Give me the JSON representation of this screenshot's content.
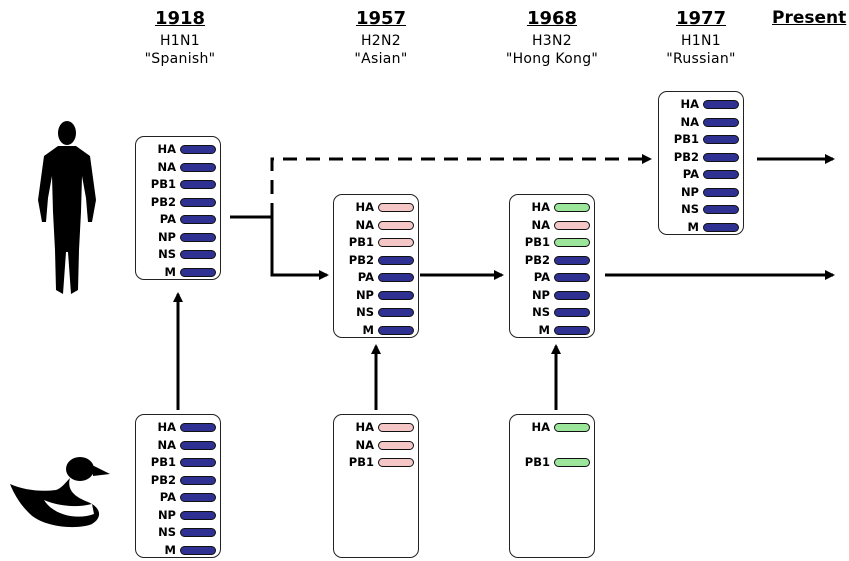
{
  "headers": [
    {
      "year": "1918",
      "subtype": "H1N1",
      "name": "\"Spanish\""
    },
    {
      "year": "1957",
      "subtype": "H2N2",
      "name": "\"Asian\""
    },
    {
      "year": "1968",
      "subtype": "H3N2",
      "name": "\"Hong Kong\""
    },
    {
      "year": "1977",
      "subtype": "H1N1",
      "name": "\"Russian\""
    }
  ],
  "present_label": "Present",
  "colors": {
    "human": "#2e3192",
    "asian": "#f5c6c6",
    "hongkong": "#9be69b"
  },
  "boxes": [
    {
      "id": "human-1918",
      "segments": [
        [
          "HA",
          "human"
        ],
        [
          "NA",
          "human"
        ],
        [
          "PB1",
          "human"
        ],
        [
          "PB2",
          "human"
        ],
        [
          "PA",
          "human"
        ],
        [
          "NP",
          "human"
        ],
        [
          "NS",
          "human"
        ],
        [
          "M",
          "human"
        ]
      ]
    },
    {
      "id": "human-1957",
      "segments": [
        [
          "HA",
          "asian"
        ],
        [
          "NA",
          "asian"
        ],
        [
          "PB1",
          "asian"
        ],
        [
          "PB2",
          "human"
        ],
        [
          "PA",
          "human"
        ],
        [
          "NP",
          "human"
        ],
        [
          "NS",
          "human"
        ],
        [
          "M",
          "human"
        ]
      ]
    },
    {
      "id": "human-1968",
      "segments": [
        [
          "HA",
          "hongkong"
        ],
        [
          "NA",
          "asian"
        ],
        [
          "PB1",
          "hongkong"
        ],
        [
          "PB2",
          "human"
        ],
        [
          "PA",
          "human"
        ],
        [
          "NP",
          "human"
        ],
        [
          "NS",
          "human"
        ],
        [
          "M",
          "human"
        ]
      ]
    },
    {
      "id": "human-1977",
      "segments": [
        [
          "HA",
          "human"
        ],
        [
          "NA",
          "human"
        ],
        [
          "PB1",
          "human"
        ],
        [
          "PB2",
          "human"
        ],
        [
          "PA",
          "human"
        ],
        [
          "NP",
          "human"
        ],
        [
          "NS",
          "human"
        ],
        [
          "M",
          "human"
        ]
      ]
    },
    {
      "id": "avian-1918",
      "segments": [
        [
          "HA",
          "human"
        ],
        [
          "NA",
          "human"
        ],
        [
          "PB1",
          "human"
        ],
        [
          "PB2",
          "human"
        ],
        [
          "PA",
          "human"
        ],
        [
          "NP",
          "human"
        ],
        [
          "NS",
          "human"
        ],
        [
          "M",
          "human"
        ]
      ]
    },
    {
      "id": "avian-1957",
      "segments": [
        [
          "HA",
          "asian"
        ],
        [
          "NA",
          "asian"
        ],
        [
          "PB1",
          "asian"
        ]
      ]
    },
    {
      "id": "avian-1968",
      "segments": [
        [
          "HA",
          "hongkong"
        ],
        [
          "",
          ""
        ],
        [
          "PB1",
          "hongkong"
        ]
      ]
    }
  ]
}
